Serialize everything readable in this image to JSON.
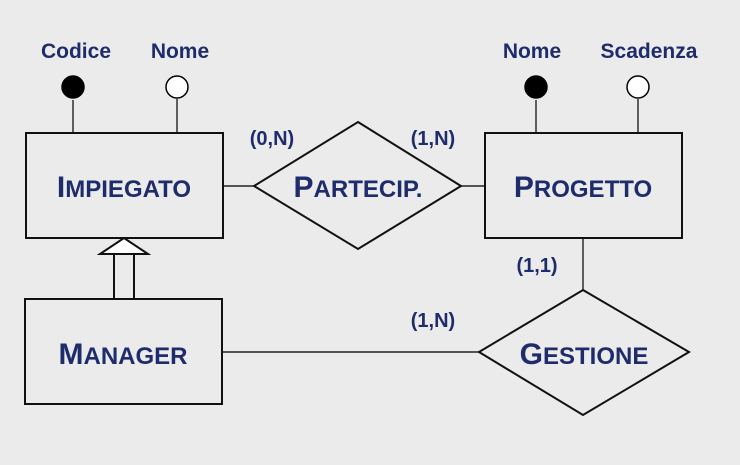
{
  "entities": {
    "impiegato": {
      "first": "I",
      "rest": "MPIEGATO"
    },
    "progetto": {
      "first": "P",
      "rest": "ROGETTO"
    },
    "manager": {
      "first": "M",
      "rest": "ANAGER"
    }
  },
  "relationships": {
    "partecip": {
      "first": "P",
      "rest": "ARTECIP."
    },
    "gestione": {
      "first": "G",
      "rest": "ESTIONE"
    }
  },
  "attributes": {
    "impiegato_codice": "Codice",
    "impiegato_nome": "Nome",
    "progetto_nome": "Nome",
    "progetto_scadenza": "Scadenza"
  },
  "cardinalities": {
    "impiegato_partecip": "(0,N)",
    "progetto_partecip": "(1,N)",
    "progetto_gestione": "(1,1)",
    "manager_gestione": "(1,N)"
  },
  "colors": {
    "background": "#ebebeb",
    "text": "#1f2c6b",
    "line": "#222222"
  }
}
